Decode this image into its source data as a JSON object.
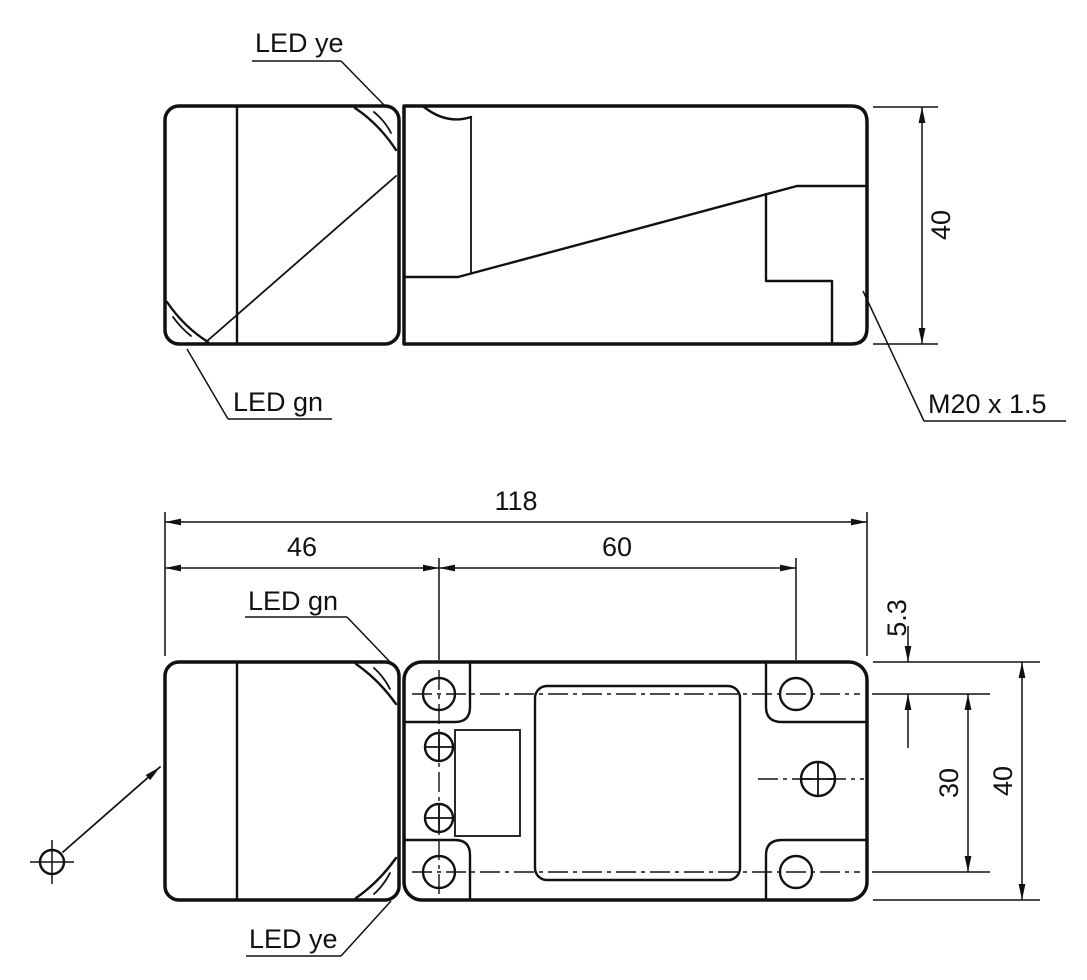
{
  "title": "Sensor dimensional drawing",
  "colors": {
    "line": "#111111",
    "background": "#ffffff"
  },
  "top_view": {
    "led_ye": "LED ye",
    "led_gn": "LED gn",
    "height": "40",
    "thread": "M20 x 1.5"
  },
  "bottom_view": {
    "total_length": "118",
    "head_length": "46",
    "hole_spacing_h": "60",
    "led_gn": "LED gn",
    "led_ye": "LED ye",
    "hole_edge_offset": "5.3",
    "hole_spacing_v": "30",
    "height": "40"
  }
}
